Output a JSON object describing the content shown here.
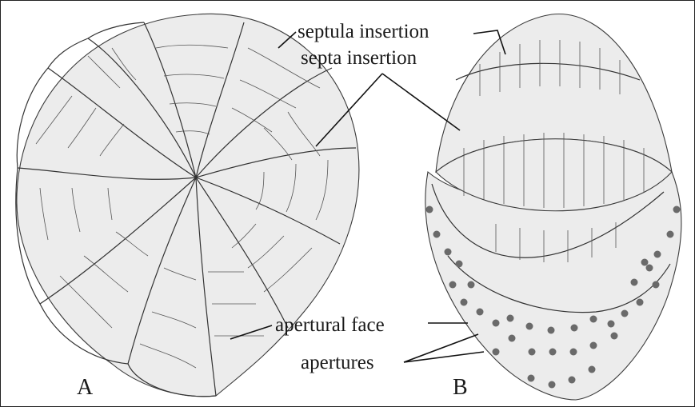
{
  "labels": {
    "septula_insertion": "septula insertion",
    "septa_insertion": "septa insertion",
    "apertural_face": "apertural face",
    "apertures": "apertures",
    "view_a": "A",
    "view_b": "B"
  },
  "colors": {
    "chamber_fill": "#ececec",
    "line": "#333333",
    "aperture_dot": "#6a6a6a"
  }
}
